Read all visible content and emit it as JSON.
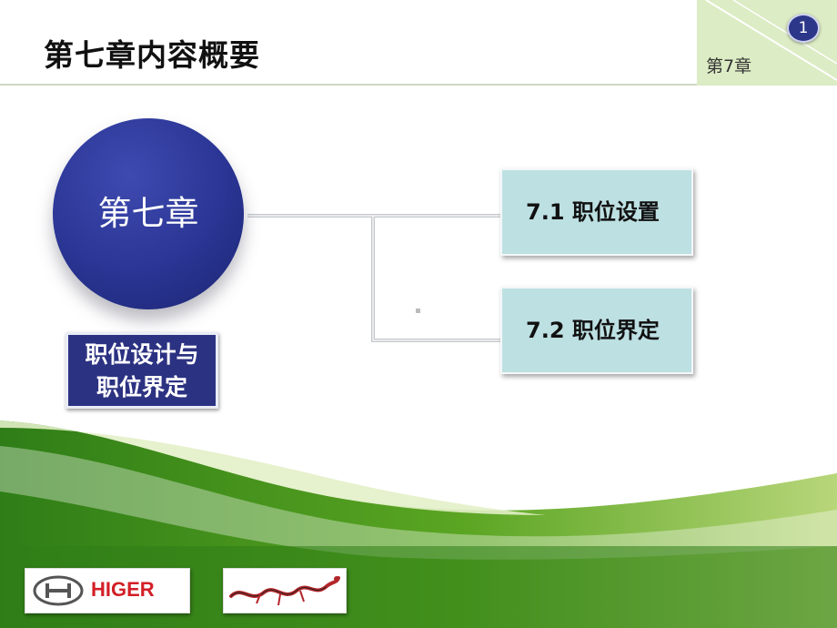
{
  "header": {
    "title": "第七章内容概要",
    "chapter_tag": "第7章",
    "page_number": "1"
  },
  "main": {
    "circle_label": "第七章",
    "subtitle": [
      "职位设计与",
      "职位界定"
    ],
    "items": [
      {
        "label": "7.1 职位设置"
      },
      {
        "label": "7.2 职位界定"
      }
    ]
  },
  "footer": {
    "logo_higer_text": "HIGER"
  },
  "colors": {
    "accent_navy": "#2a3594",
    "item_fill": "#bde0e2",
    "corner_fill": "#dcecc4",
    "ground_green": "#3f8f1a"
  }
}
